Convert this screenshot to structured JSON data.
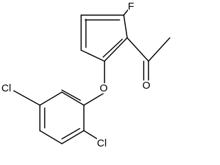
{
  "molecule": {
    "atoms": {
      "fluorine": "F",
      "carbonyl_oxygen": "O",
      "ether_oxygen": "O",
      "chlorine_left": "Cl",
      "chlorine_bottom": "Cl"
    }
  }
}
